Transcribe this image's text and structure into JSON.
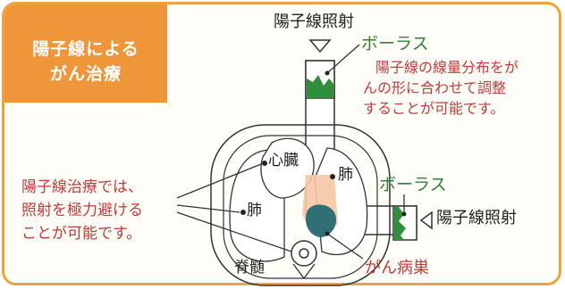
{
  "title": {
    "line1": "陽子線による",
    "line2": "がん治療"
  },
  "beam_top_label": "陽子線照射",
  "beam_right_label": "陽子線照射",
  "bolus_label_top": "ボーラス",
  "bolus_label_right": "ボーラス",
  "bolus_description": [
    "陽子線の線量分布をが",
    "んの形に合わせて調整",
    "することが可能です。"
  ],
  "benefit_text": [
    "陽子線治療では、",
    "照射を極力避ける",
    "ことが可能です。"
  ],
  "organs": {
    "heart": "心臓",
    "lung_right": "肺",
    "lung_left": "肺",
    "spine": "脊髄",
    "tumor": "がん病巣"
  },
  "colors": {
    "accent": "#ef963a",
    "bolus": "#2f8f3a",
    "tumor": "#2f6f75",
    "text_red": "#c23a3a"
  }
}
